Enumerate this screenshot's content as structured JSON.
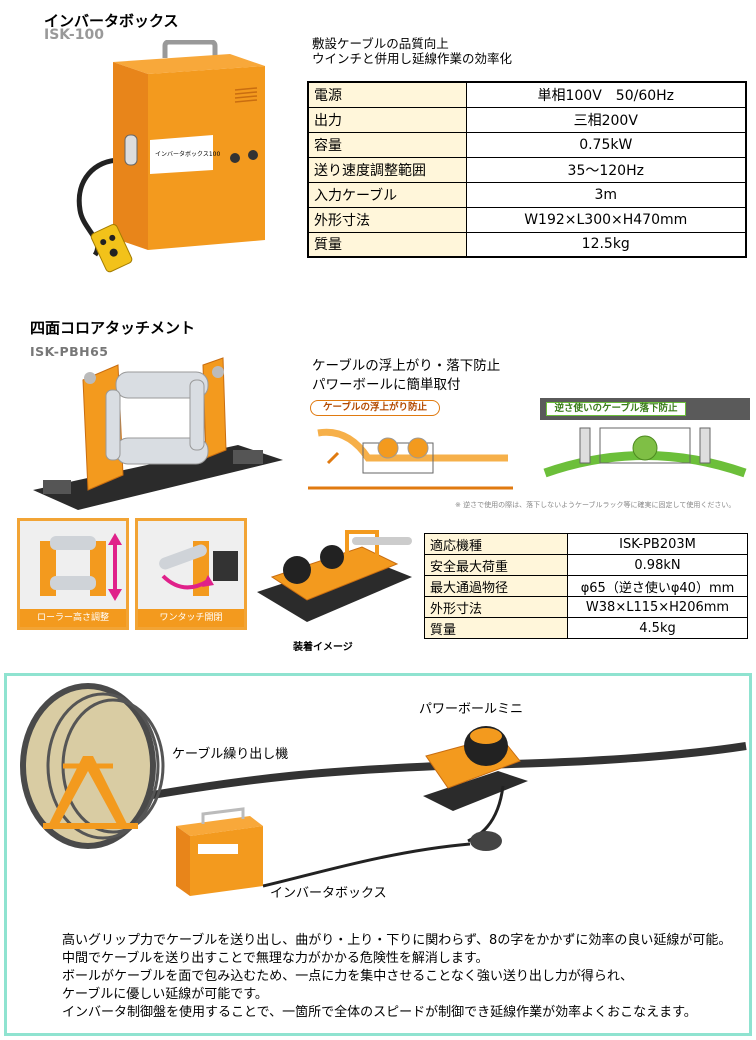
{
  "inverter": {
    "title": "インバータボックス",
    "model": "ISK-100",
    "panel_text": "インバータボックス100",
    "description": [
      "敷設ケーブルの品質向上",
      "ウインチと併用し延線作業の効率化"
    ],
    "specs": [
      {
        "label": "電源",
        "value": "単相100V　50/60Hz"
      },
      {
        "label": "出力",
        "value": "三相200V"
      },
      {
        "label": "容量",
        "value": "0.75kW"
      },
      {
        "label": "送り速度調整範囲",
        "value": "35～120Hz"
      },
      {
        "label": "入力ケーブル",
        "value": "3m"
      },
      {
        "label": "外形寸法",
        "value": "W192×L300×H470mm"
      },
      {
        "label": "質量",
        "value": "12.5kg"
      }
    ]
  },
  "attachment": {
    "title": "四面コロアタッチメント",
    "model": "ISK-PBH65",
    "description": [
      "ケーブルの浮上がり・落下防止",
      "パワーボールに簡単取付"
    ],
    "diagram_left_label": "ケーブルの浮上がり防止",
    "diagram_right_label": "逆さ使いのケーブル落下防止",
    "note": "※ 逆さで使用の際は、落下しないようケーブルラック等に確実に固定して使用ください。",
    "photo_captions": [
      "ローラー高さ調整",
      "ワンタッチ開閉"
    ],
    "mount_caption": "装着イメージ",
    "specs": [
      {
        "label": "適応機種",
        "value": "ISK-PB203M"
      },
      {
        "label": "安全最大荷重",
        "value": "0.98kN"
      },
      {
        "label": "最大通過物径",
        "value": "φ65（逆さ使いφ40）mm"
      },
      {
        "label": "外形寸法",
        "value": "W38×L115×H206mm"
      },
      {
        "label": "質量",
        "value": "4.5kg"
      }
    ]
  },
  "system": {
    "labels": {
      "powerball": "パワーボールミニ",
      "feeder": "ケーブル繰り出し機",
      "inverter": "インバータボックス"
    },
    "description": [
      "高いグリップ力でケーブルを送り出し、曲がり・上り・下りに関わらず、8の字をかかずに効率の良い延線が可能。",
      "中間でケーブルを送り出すことで無理な力がかかる危険性を解消します。",
      "ボールがケーブルを面で包み込むため、一点に力を集中させることなく強い送り出し力が得られ、",
      "ケーブルに優しい延線が可能です。",
      "インバータ制御盤を使用することで、一箇所で全体のスピードが制御でき延線作業が効率よくおこなえます。"
    ]
  },
  "colors": {
    "orange": "#f39a1e",
    "dark_orange": "#e07a10",
    "table_key_bg": "#fff6da",
    "panel_border": "#8fe3d0"
  }
}
